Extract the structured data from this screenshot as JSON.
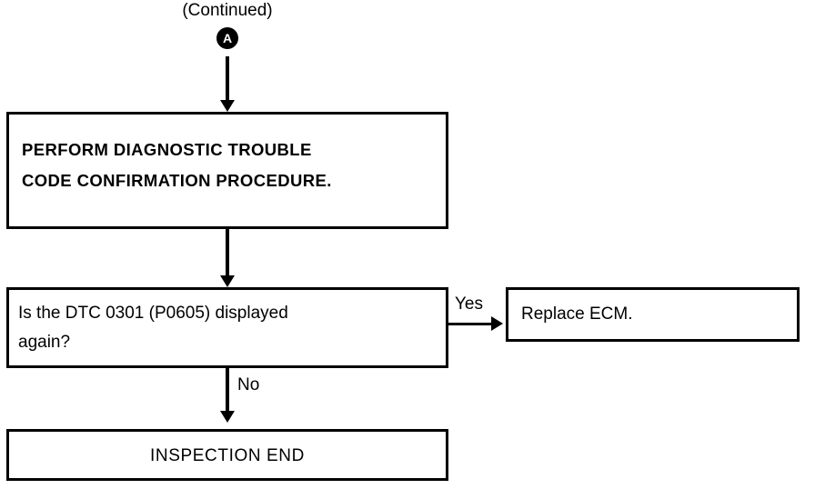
{
  "document": {
    "title": "(Continued)",
    "type": "diagnostic-flowchart",
    "background_color": "#ffffff",
    "line_color": "#000000"
  },
  "header": {
    "continued_label": "(Continued)",
    "connector": {
      "name": "connector-a",
      "label": "A",
      "shape": "filled-circle"
    }
  },
  "nodes": {
    "procedure": {
      "text": "PERFORM DIAGNOSTIC TROUBLE\nCODE CONFIRMATION PROCEDURE.",
      "weight": "bold"
    },
    "decision": {
      "text": "Is the DTC 0301 (P0605) displayed\nagain?",
      "weight": "normal"
    },
    "replace_ecm": {
      "text": "Replace ECM.",
      "weight": "normal"
    },
    "inspection_end": {
      "text": "INSPECTION END",
      "weight": "normal"
    }
  },
  "edges": {
    "yes_label": "Yes",
    "no_label": "No"
  }
}
